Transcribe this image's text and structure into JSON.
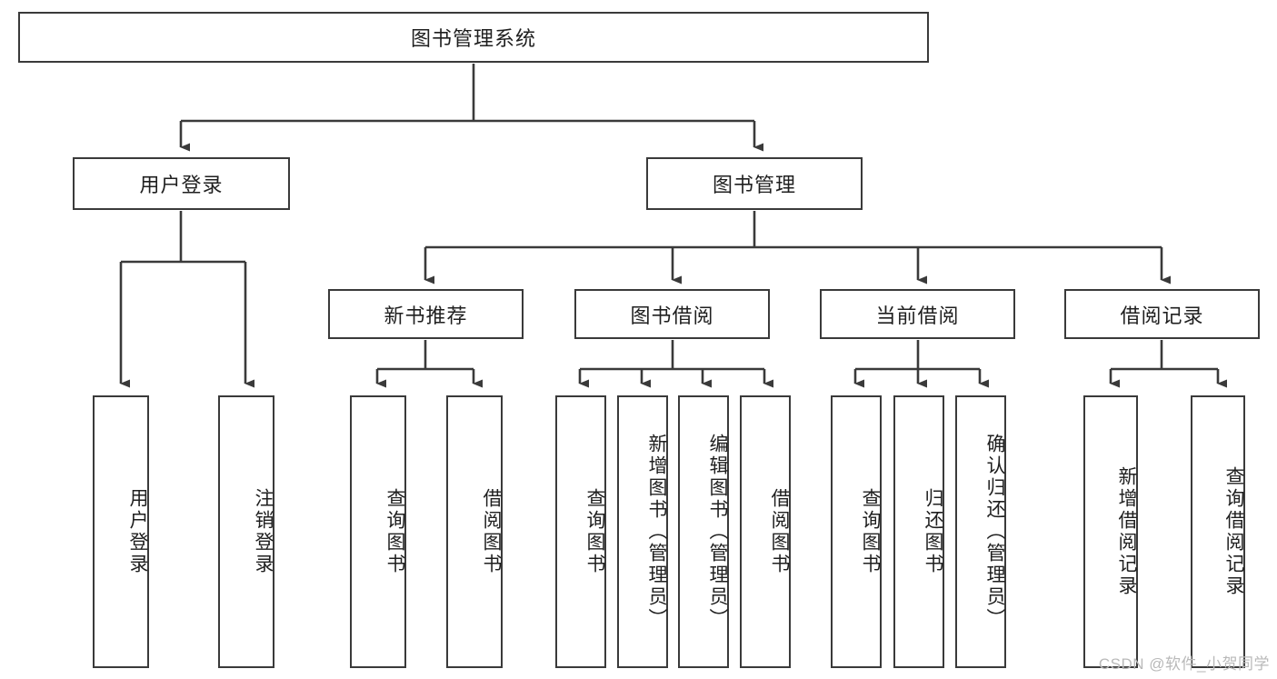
{
  "diagram": {
    "type": "tree-hierarchy",
    "title": "图书管理系统",
    "watermark": "CSDN @软件_小贺同学",
    "colors": {
      "box_border": "#3a3a3a",
      "box_fill": "#ffffff",
      "connector": "#3a3a3a",
      "text": "#1f1f1f",
      "watermark": "#b9b9b9"
    },
    "root": {
      "label": "图书管理系统"
    },
    "level2": [
      {
        "label": "用户登录"
      },
      {
        "label": "图书管理"
      }
    ],
    "level3": [
      {
        "label": "新书推荐"
      },
      {
        "label": "图书借阅"
      },
      {
        "label": "当前借阅"
      },
      {
        "label": "借阅记录"
      }
    ],
    "leaves": {
      "user_login": [
        {
          "label": "用户登录"
        },
        {
          "label": "注销登录"
        }
      ],
      "new_book_recommend": [
        {
          "label": "查询图书"
        },
        {
          "label": "借阅图书"
        }
      ],
      "book_borrow": [
        {
          "label": "查询图书"
        },
        {
          "label": "新增图书（管理员）"
        },
        {
          "label": "编辑图书（管理员）"
        },
        {
          "label": "借阅图书"
        }
      ],
      "current_borrow": [
        {
          "label": "查询图书"
        },
        {
          "label": "归还图书"
        },
        {
          "label": "确认归还（管理员）"
        }
      ],
      "borrow_record": [
        {
          "label": "新增借阅记录"
        },
        {
          "label": "查询借阅记录"
        }
      ]
    }
  }
}
